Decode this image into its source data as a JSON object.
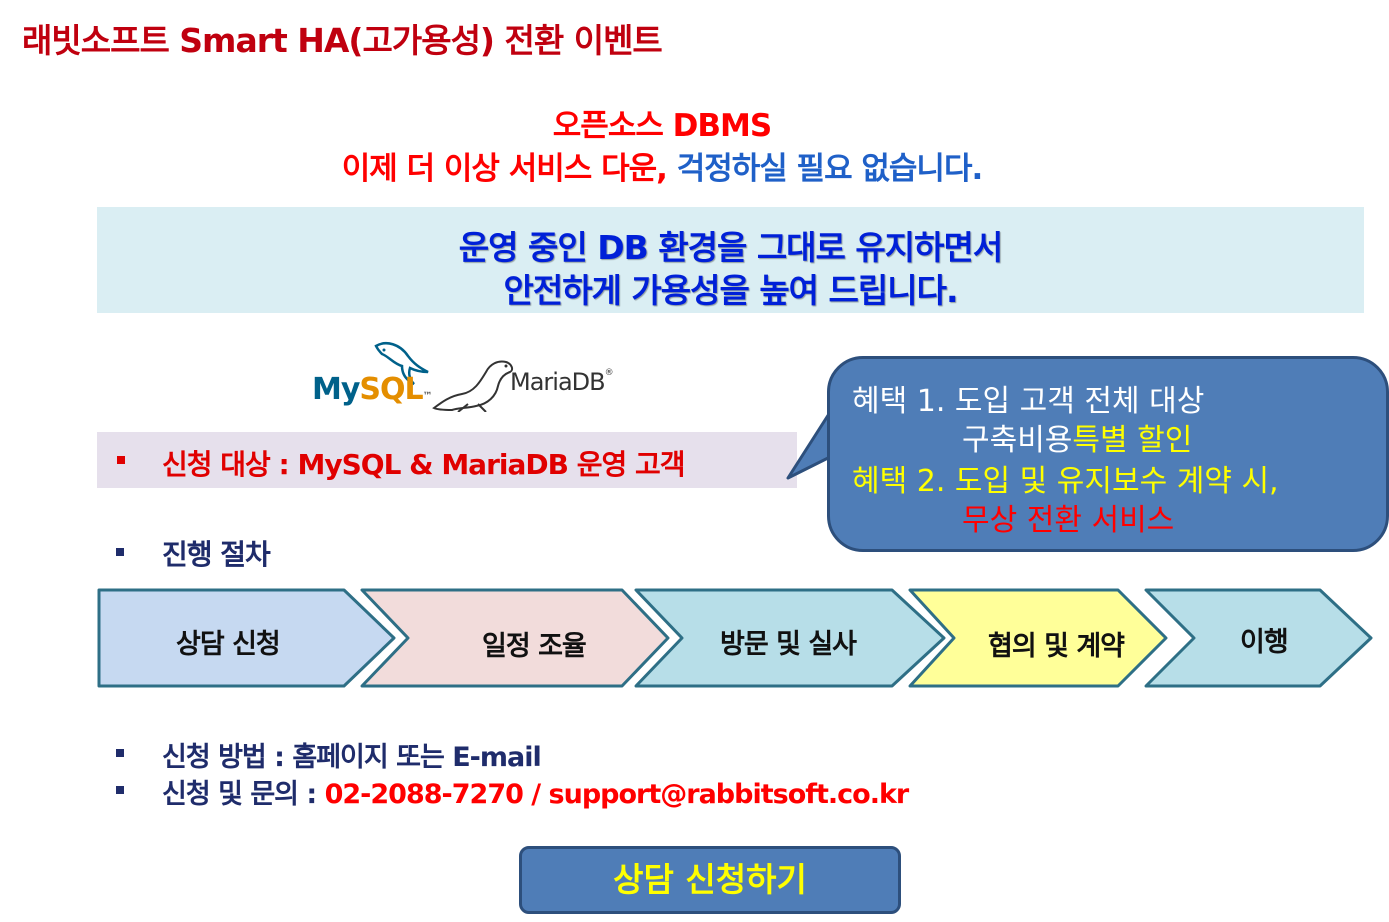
{
  "page_title": "래빗소프트 Smart HA(고가용성) 전환 이벤트",
  "headline": {
    "line1": "오픈소스 DBMS",
    "line2_red": "이제 더 이상 서비스 다운,",
    "line2_blue": "걱정하실 필요 없습니다."
  },
  "banner": {
    "line1": "운영 중인 DB 환경을 그대로 유지하면서",
    "line2": "안전하게 가용성을 높여 드립니다."
  },
  "logos": {
    "mysql_my": "My",
    "mysql_sql": "SQL",
    "mysql_tm": "™",
    "mariadb": "MariaDB",
    "mariadb_r": "®"
  },
  "target": {
    "text": "신청 대상 : MySQL  & MariaDB 운영 고객"
  },
  "benefits": {
    "b1_prefix": "혜택 1. 도입 고객 전체 대상",
    "b1_line2_white": "구축비용",
    "b1_line2_yellow": "특별 할인",
    "b2_prefix": "혜택 2. 도입 및 유지보수 계약 시,",
    "b2_line2": "무상 전환 서비스"
  },
  "process": {
    "label": "진행 절차",
    "steps": [
      {
        "label": "상담 신청",
        "color": "#c6d9f1"
      },
      {
        "label": "일정 조율",
        "color": "#f2dcdb"
      },
      {
        "label": "방문 및  실사",
        "color": "#b7dee8"
      },
      {
        "label": "협의 및 계약",
        "color": "#ffff99"
      },
      {
        "label": "이행",
        "color": "#b7dee8"
      }
    ]
  },
  "info": {
    "method_label": "신청 방법 : 홈페이지  또는 E-mail",
    "contact_label": "신청 및 문의 :",
    "contact_value": "02-2088-7270  / support@rabbitsoft.co.kr"
  },
  "cta": {
    "label": "상담 신청하기"
  },
  "colors": {
    "title_red": "#c0000f",
    "banner_bg": "#daeef3",
    "banner_text": "#0020d8",
    "bubble_bg": "#4f7db7",
    "navy": "#1f2c6b",
    "cta_bg": "#4f7db7",
    "cta_text": "#ffff00"
  }
}
